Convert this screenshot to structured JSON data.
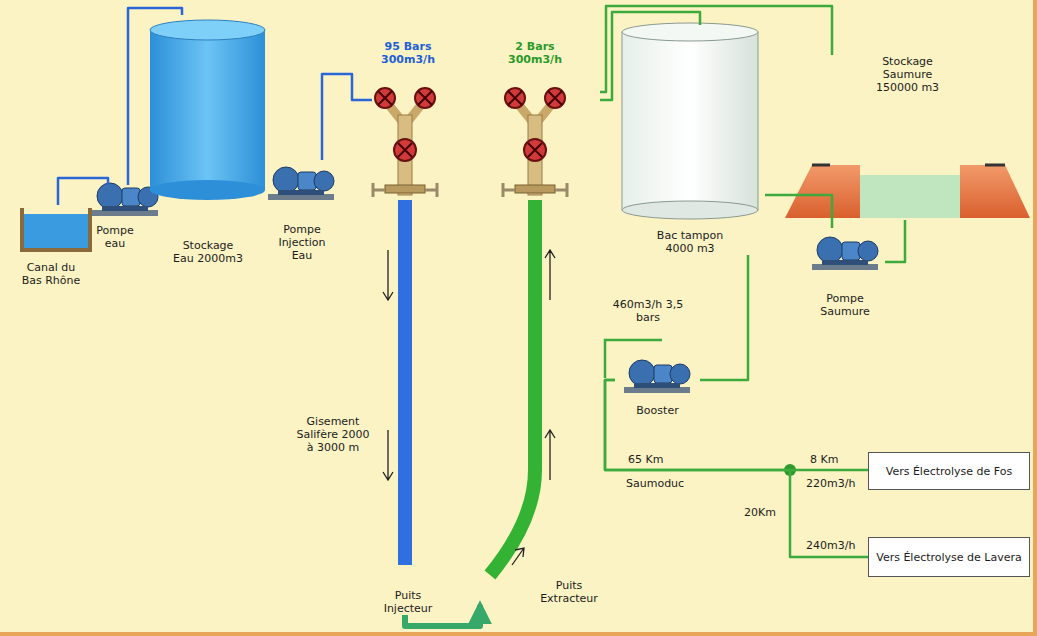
{
  "diagram": {
    "nodes": [
      {
        "text": [
          "Canal du Bas Rhône"
        ]
      },
      {
        "text": [
          "Pompe eau"
        ]
      },
      {
        "text": [
          "Stockage Eau 2000m3"
        ]
      },
      {
        "text": [
          "Pompe Injection Eau"
        ]
      },
      {
        "text": [
          "95 Bars 300m3/h",
          "Puits Injecteur"
        ]
      },
      {
        "text": [
          "2 Bars 300m3/h",
          "Puits Extracteur"
        ]
      },
      {
        "text": [
          "Bac tampon 4000 m3"
        ]
      },
      {
        "text": [
          "Stockage Saumure 150000 m3"
        ]
      },
      {
        "text": [
          "Pompe Saumure"
        ]
      },
      {
        "text": [
          "Booster"
        ]
      },
      {
        "text": [
          "Vers Électrolyse de Fos"
        ]
      },
      {
        "text": [
          "Vers Électrolyse de Lavera"
        ]
      }
    ],
    "edges": [
      {
        "from": 0,
        "to": 1,
        "arrow": "none"
      },
      {
        "from": 1,
        "to": 2,
        "arrow": "none"
      },
      {
        "from": 2,
        "to": 3,
        "arrow": "none"
      },
      {
        "from": 3,
        "to": 4,
        "arrow": "none"
      },
      {
        "from": 4,
        "to": 5,
        "arrow": "to"
      },
      {
        "from": 5,
        "to": 6,
        "arrow": "none"
      },
      {
        "from": 5,
        "to": 7,
        "arrow": "none"
      },
      {
        "from": 7,
        "to": 8,
        "arrow": "none"
      },
      {
        "from": 8,
        "to": 6,
        "arrow": "none"
      },
      {
        "from": 6,
        "to": 9,
        "arrow": "none"
      },
      {
        "from": 9,
        "to": 10,
        "arrow": "none"
      },
      {
        "from": 9,
        "to": 11,
        "arrow": "none"
      }
    ],
    "labels": [
      "Gisement Salifère 2000 à 3000 m",
      "460m3/h 3,5 bars",
      "65 Km",
      "Saumoduc",
      "8 Km",
      "220m3/h",
      "20Km",
      "240m3/h"
    ]
  }
}
